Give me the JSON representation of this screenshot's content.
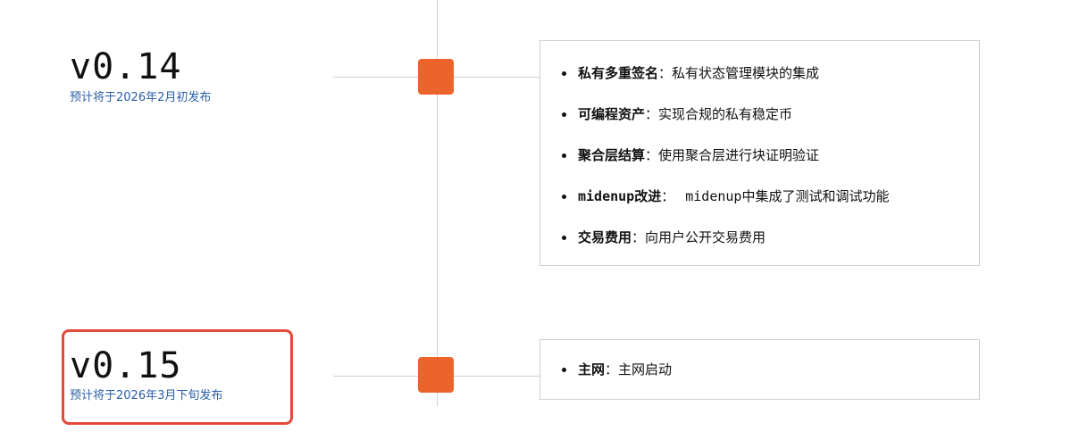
{
  "milestones": [
    {
      "version": "v0.14",
      "release_note": "预计将于2026年2月初发布",
      "features": [
        {
          "name": "私有多重签名",
          "separator": "：",
          "description": "私有状态管理模块的集成"
        },
        {
          "name": "可编程资产",
          "separator": "：",
          "description": "实现合规的私有稳定币"
        },
        {
          "name": "聚合层结算",
          "separator": "：",
          "description": "使用聚合层进行块证明验证"
        },
        {
          "name_code": "midenup",
          "name_suffix": "改进",
          "separator": "：",
          "description_code": "midenup",
          "description": "中集成了测试和调试功能"
        },
        {
          "name": "交易费用",
          "separator": "：",
          "description": "向用户公开交易费用"
        }
      ]
    },
    {
      "version": "v0.15",
      "release_note": "预计将于2026年3月下旬发布",
      "features": [
        {
          "name": "主网",
          "separator": "：",
          "description": "主网启动"
        }
      ]
    }
  ],
  "colors": {
    "node_marker": "#ec632b",
    "release_note_text": "#2a5ea8",
    "highlight_frame": "#e24a3a",
    "timeline_line": "#cfcfcf"
  }
}
